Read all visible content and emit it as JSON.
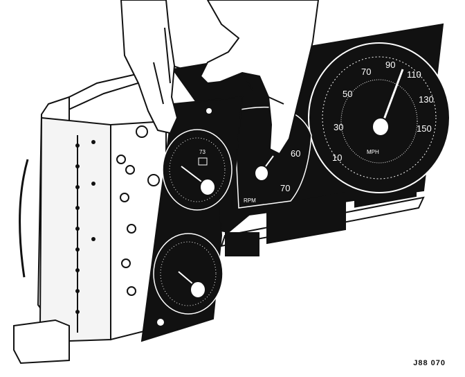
{
  "figure": {
    "code": "J88 070",
    "speedometer": {
      "scale_top": [
        "70",
        "90",
        "110",
        "130",
        "150"
      ],
      "scale_left": [
        "50",
        "30",
        "10"
      ],
      "unit": "MPH"
    },
    "tachometer": {
      "scale": [
        "60",
        "70"
      ],
      "unit": "RPM"
    },
    "small_gauge_upper": {
      "mark": "73"
    }
  },
  "colors": {
    "ink": "#111111",
    "paper": "#ffffff"
  }
}
